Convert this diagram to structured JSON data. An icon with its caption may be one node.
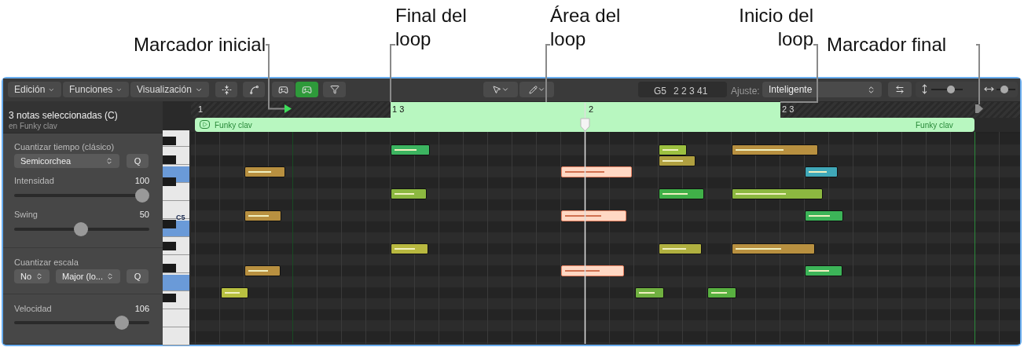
{
  "diagram": {
    "nodes": [
      {
        "text": [
          "Marcador inicial"
        ]
      },
      {
        "text": [
          "Final del loop"
        ]
      },
      {
        "text": [
          "Área del loop"
        ]
      },
      {
        "text": [
          "Inicio del loop"
        ]
      },
      {
        "text": [
          "Marcador final"
        ]
      },
      {
        "text": [],
        "shape": "triangle"
      },
      {
        "text": [],
        "shape": "bar"
      },
      {
        "text": [],
        "shape": "pentagon"
      }
    ],
    "edges": [
      {
        "from": 0,
        "to": 5,
        "arrow": "none"
      },
      {
        "from": 1,
        "to": 6,
        "arrow": "none"
      },
      {
        "from": 2,
        "to": 6,
        "arrow": "none"
      },
      {
        "from": 3,
        "to": 6,
        "arrow": "none"
      },
      {
        "from": 4,
        "to": 7,
        "arrow": "none"
      }
    ],
    "labels": [
      "Edición",
      "Funciones",
      "Visualización",
      "G5",
      "2 2 3 41",
      "Ajuste:",
      "Inteligente",
      "3 notas seleccionadas (C)",
      "en Funky clav",
      "1",
      "1 3",
      "2",
      "2 3",
      "Funky clav",
      "Funky clav",
      "Cuantizar tiempo (clásico)",
      "Semicorchea",
      "Q",
      "Intensidad",
      "100",
      "Swing",
      "50",
      "C5",
      "Cuantizar escala",
      "No",
      "Major (lo...",
      "Q",
      "Velocidad",
      "106"
    ]
  }
}
